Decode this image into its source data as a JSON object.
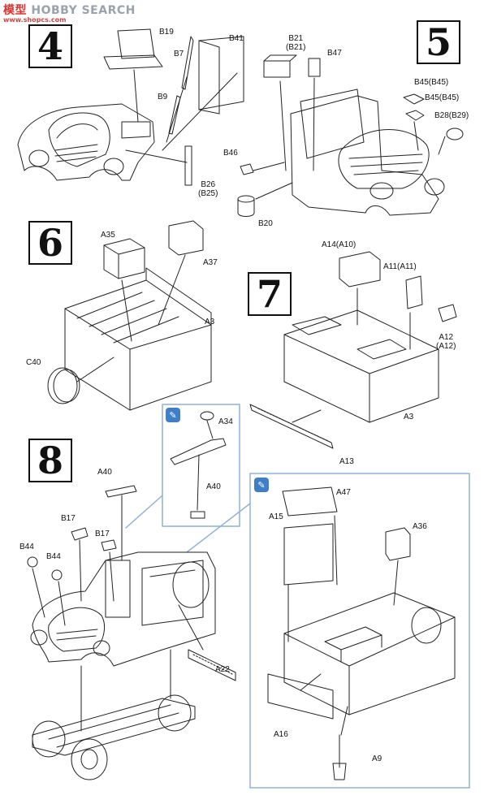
{
  "watermark": {
    "site_cn": "模型",
    "site_en": "HOBBY SEARCH",
    "url": "www.shopcs.com"
  },
  "steps": {
    "s4": "4",
    "s5": "5",
    "s6": "6",
    "s7": "7",
    "s8": "8"
  },
  "hint_icon": "pencil-icon",
  "colors": {
    "line": "#222222",
    "callout": "#8fb1d9",
    "hint": "#3f7fc8"
  },
  "labels": {
    "B19": [
      "B19"
    ],
    "B41": [
      "B41"
    ],
    "B7": [
      "B7"
    ],
    "B9": [
      "B9"
    ],
    "B26": [
      "B26",
      "(B25)"
    ],
    "B21": [
      "B21",
      "(B21)"
    ],
    "B47": [
      "B47"
    ],
    "B45a": [
      "B45(B45)"
    ],
    "B45b": [
      "B45(B45)"
    ],
    "B28": [
      "B28(B29)"
    ],
    "B46": [
      "B46"
    ],
    "B20": [
      "B20"
    ],
    "A35": [
      "A35"
    ],
    "A37": [
      "A37"
    ],
    "A3a": [
      "A3"
    ],
    "C40": [
      "C40"
    ],
    "A14": [
      "A14(A10)"
    ],
    "A11": [
      "A11(A11)"
    ],
    "A12": [
      "A12",
      "(A12)"
    ],
    "A3b": [
      "A3"
    ],
    "A13": [
      "A13"
    ],
    "A34": [
      "A34"
    ],
    "A40a": [
      "A40"
    ],
    "A40b": [
      "A40"
    ],
    "B17a": [
      "B17"
    ],
    "B17b": [
      "B17"
    ],
    "B44a": [
      "B44"
    ],
    "B44b": [
      "B44"
    ],
    "A22": [
      "A22"
    ],
    "A47": [
      "A47"
    ],
    "A15": [
      "A15"
    ],
    "A36": [
      "A36"
    ],
    "A16": [
      "A16"
    ],
    "A9": [
      "A9"
    ]
  }
}
